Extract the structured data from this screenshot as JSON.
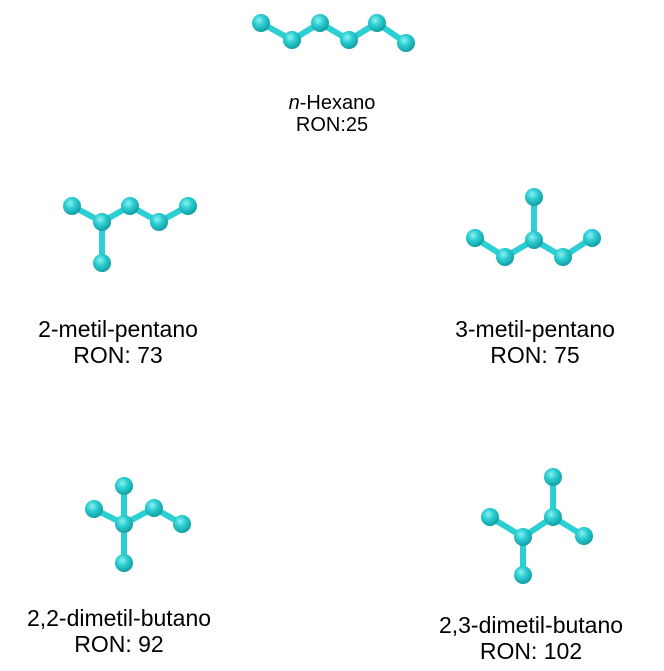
{
  "molecules": [
    {
      "key": "hexane",
      "name_prefix": "n",
      "name_rest": "-Hexano",
      "ron_label": "RON:",
      "ron_value": "25"
    },
    {
      "key": "2-methylpentane",
      "name": "2-metil-pentano",
      "ron_label": "RON:",
      "ron_value": "73"
    },
    {
      "key": "3-methylpentane",
      "name": "3-metil-pentano",
      "ron_label": "RON:",
      "ron_value": "75"
    },
    {
      "key": "2,2-dimethylbutane",
      "name": "2,2-dimetil-butano",
      "ron_label": "RON:",
      "ron_value": "92"
    },
    {
      "key": "2,3-dimethylbutane",
      "name": "2,3-dimetil-butano",
      "ron_label": "RON:",
      "ron_value": "102"
    }
  ],
  "colors": {
    "atom": "#2ccfd3",
    "bond": "#2ccfd3",
    "text": "#000000",
    "background": "#ffffff"
  }
}
